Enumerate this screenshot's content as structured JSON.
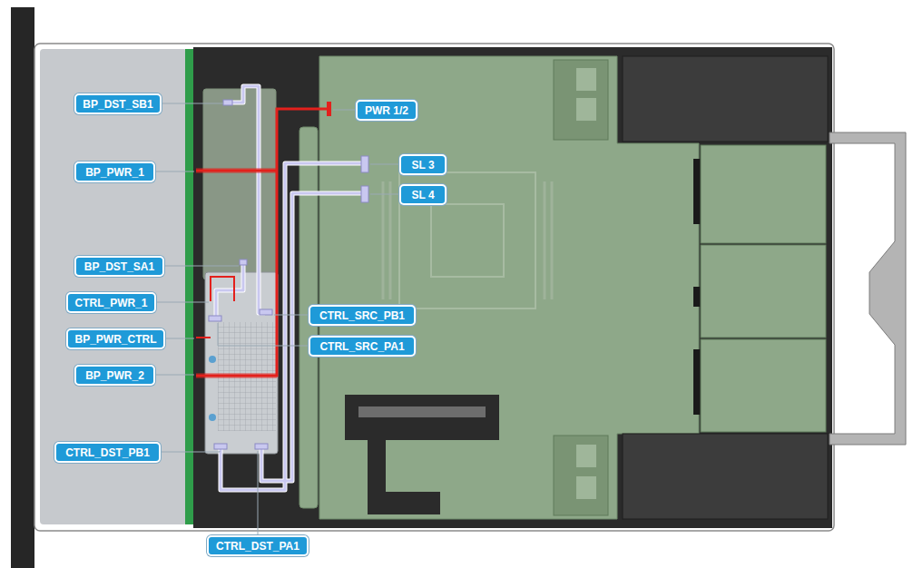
{
  "diagram": {
    "nodes": [
      {
        "text": [
          "BP_DST_SB1"
        ]
      },
      {
        "text": [
          "PWR 1/2"
        ]
      },
      {
        "text": [
          "BP_PWR_1"
        ]
      },
      {
        "text": [
          "SL 3"
        ]
      },
      {
        "text": [
          "SL 4"
        ]
      },
      {
        "text": [
          "BP_DST_SA1"
        ]
      },
      {
        "text": [
          "CTRL_PWR_1"
        ]
      },
      {
        "text": [
          "CTRL_SRC_PB1"
        ]
      },
      {
        "text": [
          "BP_PWR_CTRL"
        ]
      },
      {
        "text": [
          "CTRL_SRC_PA1"
        ]
      },
      {
        "text": [
          "BP_PWR_2"
        ]
      },
      {
        "text": [
          "CTRL_DST_PB1"
        ]
      },
      {
        "text": [
          "CTRL_DST_PA1"
        ]
      }
    ],
    "edges": []
  }
}
